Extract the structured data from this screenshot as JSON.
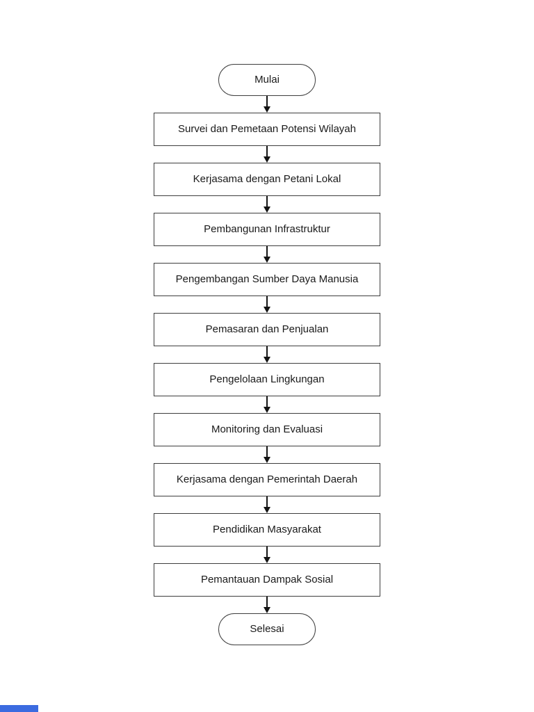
{
  "flowchart": {
    "start_label": "Mulai",
    "end_label": "Selesai",
    "steps": [
      "Survei dan Pemetaan Potensi Wilayah",
      "Kerjasama dengan Petani Lokal",
      "Pembangunan Infrastruktur",
      "Pengembangan Sumber Daya Manusia",
      "Pemasaran dan Penjualan",
      "Pengelolaan Lingkungan",
      "Monitoring dan Evaluasi",
      "Kerjasama dengan Pemerintah Daerah",
      "Pendidikan Masyarakat",
      "Pemantauan Dampak Sosial"
    ],
    "colors": {
      "border": "#3d3d3d",
      "arrow": "#141414",
      "text": "#1a1a1a",
      "fill": "#ffffff"
    }
  },
  "footer": {
    "accent_bar_color": "#3b6be0"
  }
}
